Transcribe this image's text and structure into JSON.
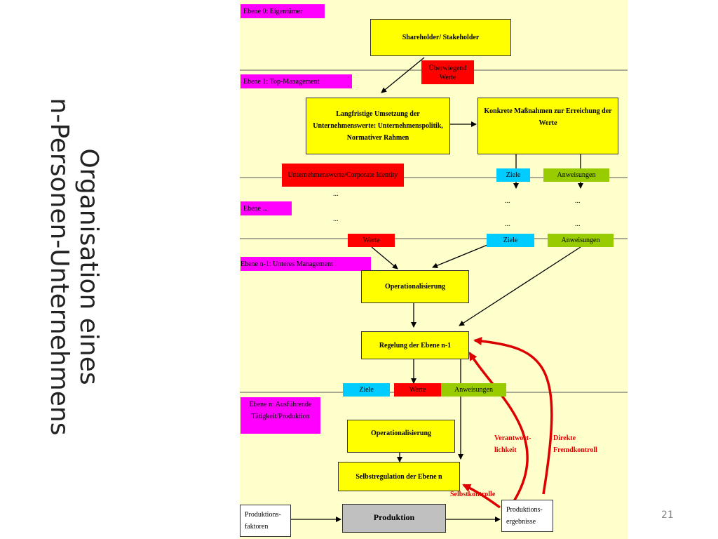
{
  "title": {
    "line1": "Organisation eines",
    "line2": "n-Personen-Unternehmens"
  },
  "levels": {
    "l0": "Ebene 0: Eigentümer",
    "l1": "Ebene 1: Top-Management",
    "lx": "Ebene ...",
    "ln1": "Ebene n-1: Unteres Management",
    "ln": "Ebene n: Ausführende Tätigkeit/Produktion"
  },
  "boxes": {
    "shareholder": "Shareholder/ Stakeholder",
    "ueberwiegend": "Überwiegend Werte",
    "langfristig": "Langfristige Umsetzung der Unternehmenswerte: Unternehmenspolitik, Normativer Rahmen",
    "konkret": "Konkrete Maßnahmen zur Erreichung der Werte",
    "unternehmenswerte": "Unternehmenswerte/Corporate Identity",
    "ziele1": "Ziele",
    "anweisungen1": "Anweisungen",
    "dots_a": "...",
    "dots_b": "...",
    "dots_c": "...",
    "dots_d": "...",
    "dots_e": "...",
    "dots_f": "...",
    "werte2": "Werte",
    "ziele2": "Ziele",
    "anweisungen2": "Anweisungen",
    "operationalisierung1": "Operationalisierung",
    "regelung": "Regelung der Ebene n-1",
    "ziele3": "Ziele",
    "werte3": "Werte",
    "anweisungen3": "Anweisungen",
    "operationalisierung2": "Operationalisierung",
    "selbstregulation": "Selbstregulation der Ebene n",
    "produktionsfaktoren": "Produktions-faktoren",
    "produktion": "Produktion",
    "produktionsergebnisse": "Produktions-ergebnisse"
  },
  "annotations": {
    "verantwortlichkeit": "Verantwort-lichkeit",
    "fremdkontrolle": "Direkte Fremdkontroll",
    "selbstkontrolle": "Selbstkontrolle"
  },
  "page_number": "21"
}
